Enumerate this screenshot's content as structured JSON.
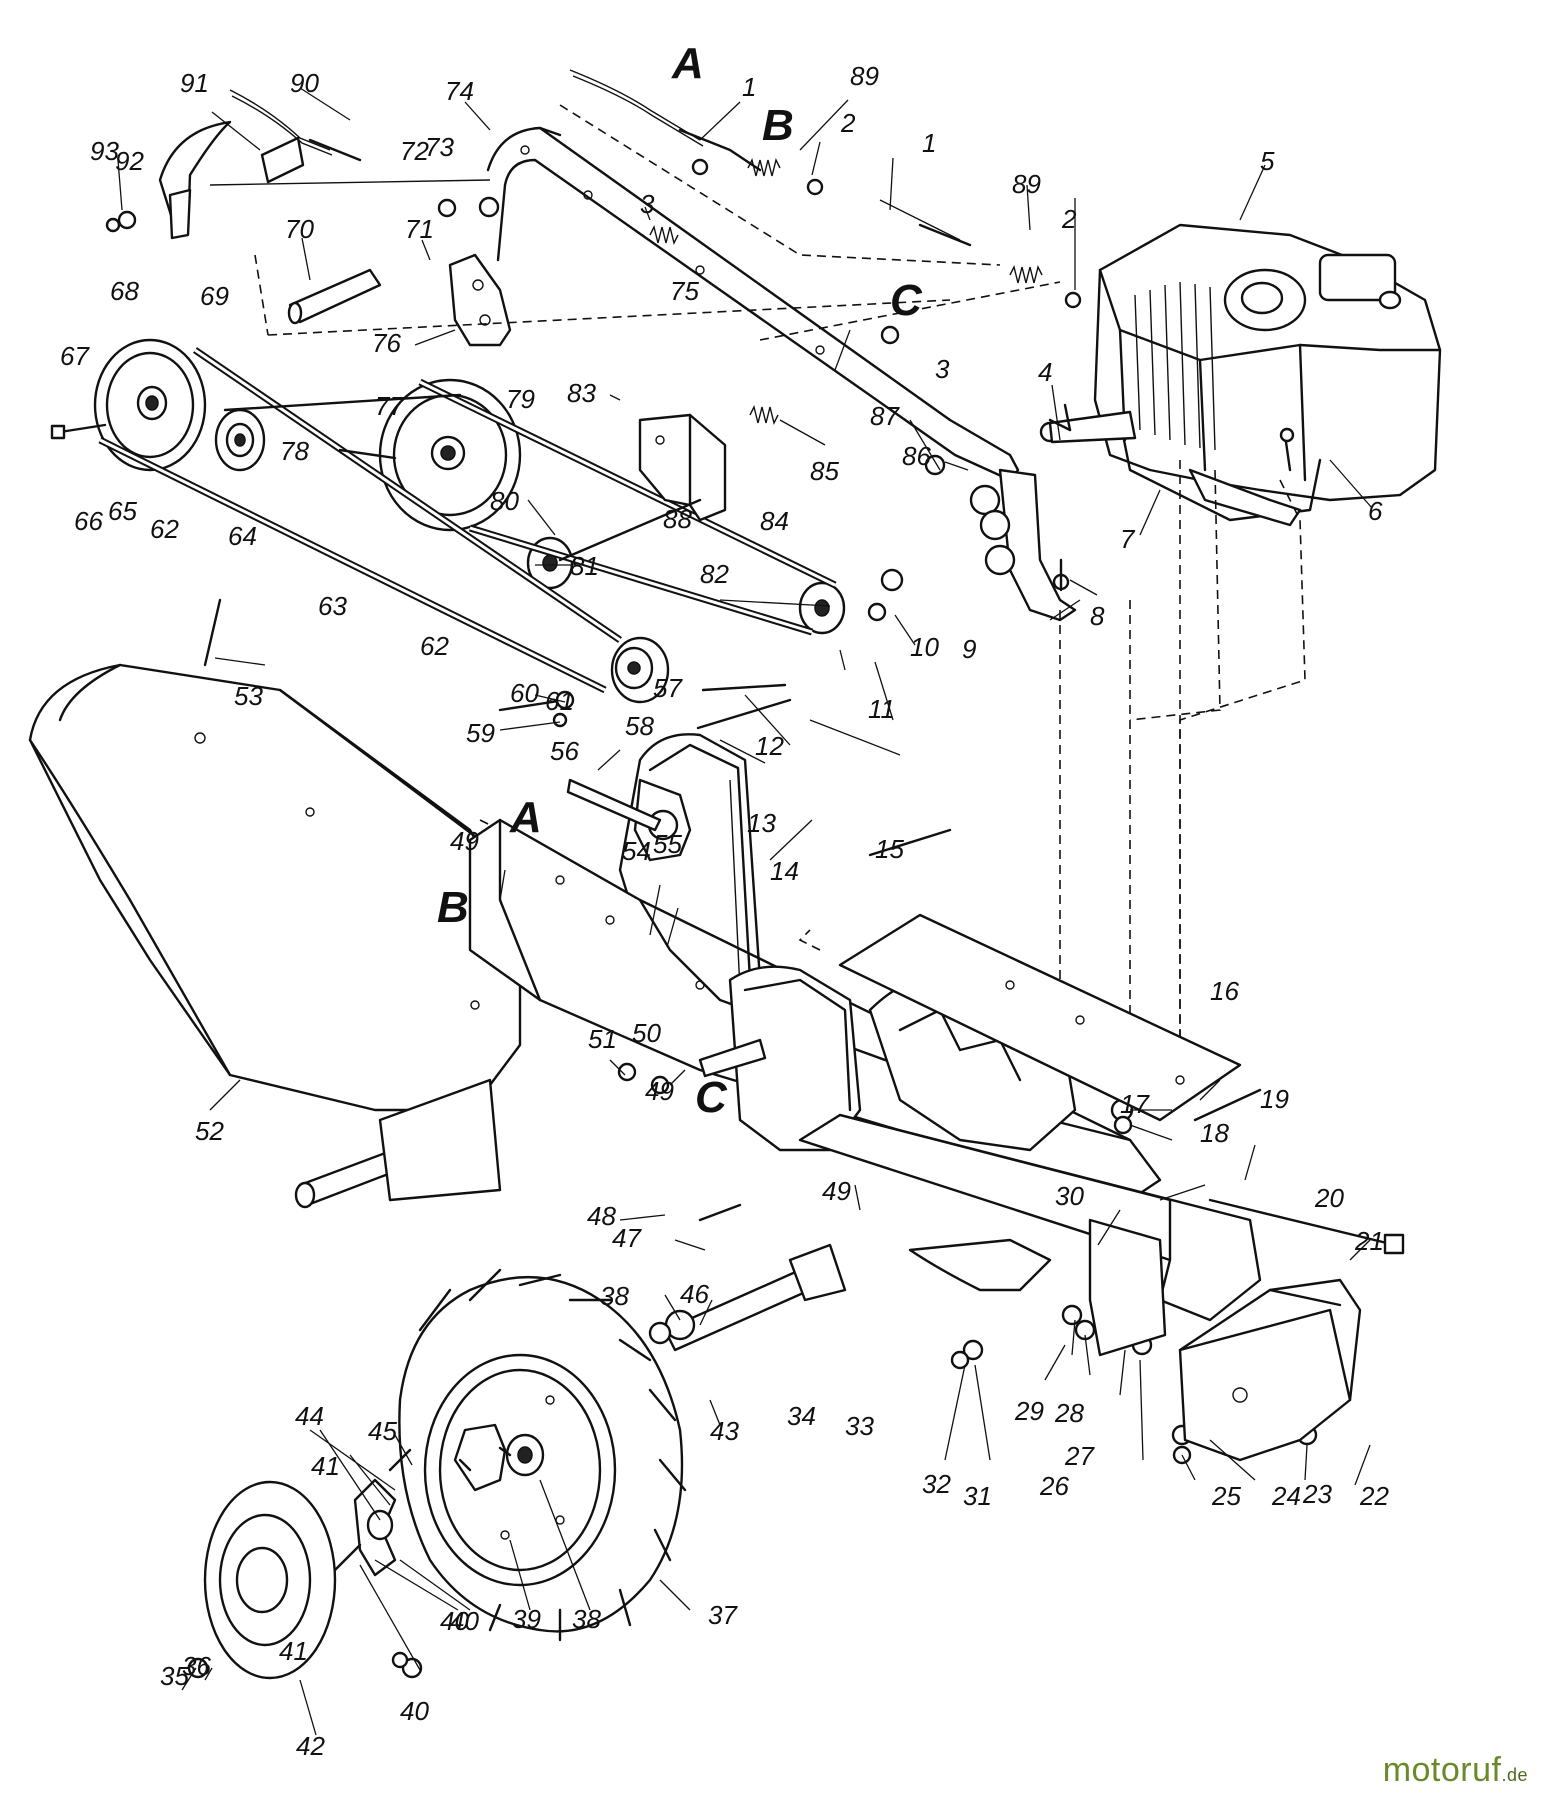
{
  "diagram": {
    "reference_letters": [
      "A",
      "B",
      "C",
      "A",
      "B",
      "C"
    ],
    "part_numbers": [
      "91",
      "90",
      "93",
      "92",
      "74",
      "1",
      "89",
      "2",
      "72",
      "73",
      "3",
      "1",
      "89",
      "5",
      "2",
      "70",
      "71",
      "75",
      "68",
      "69",
      "67",
      "76",
      "C",
      "3",
      "4",
      "66",
      "65",
      "62",
      "64",
      "77",
      "79",
      "83",
      "78",
      "87",
      "86",
      "85",
      "7",
      "6",
      "80",
      "84",
      "81",
      "88",
      "82",
      "63",
      "10",
      "9",
      "8",
      "62",
      "57",
      "11",
      "58",
      "53",
      "61",
      "60",
      "59",
      "12",
      "56",
      "13",
      "49",
      "15",
      "54",
      "55",
      "14",
      "16",
      "51",
      "50",
      "49",
      "17",
      "18",
      "19",
      "52",
      "48",
      "47",
      "49",
      "20",
      "21",
      "30",
      "38",
      "46",
      "34",
      "33",
      "29",
      "28",
      "27",
      "43",
      "31",
      "32",
      "26",
      "25",
      "24",
      "23",
      "22",
      "44",
      "45",
      "41",
      "40",
      "37",
      "39",
      "38",
      "41",
      "40",
      "36",
      "35",
      "40",
      "42"
    ]
  },
  "watermark": {
    "brand": "motoruf",
    "tld": ".de"
  }
}
